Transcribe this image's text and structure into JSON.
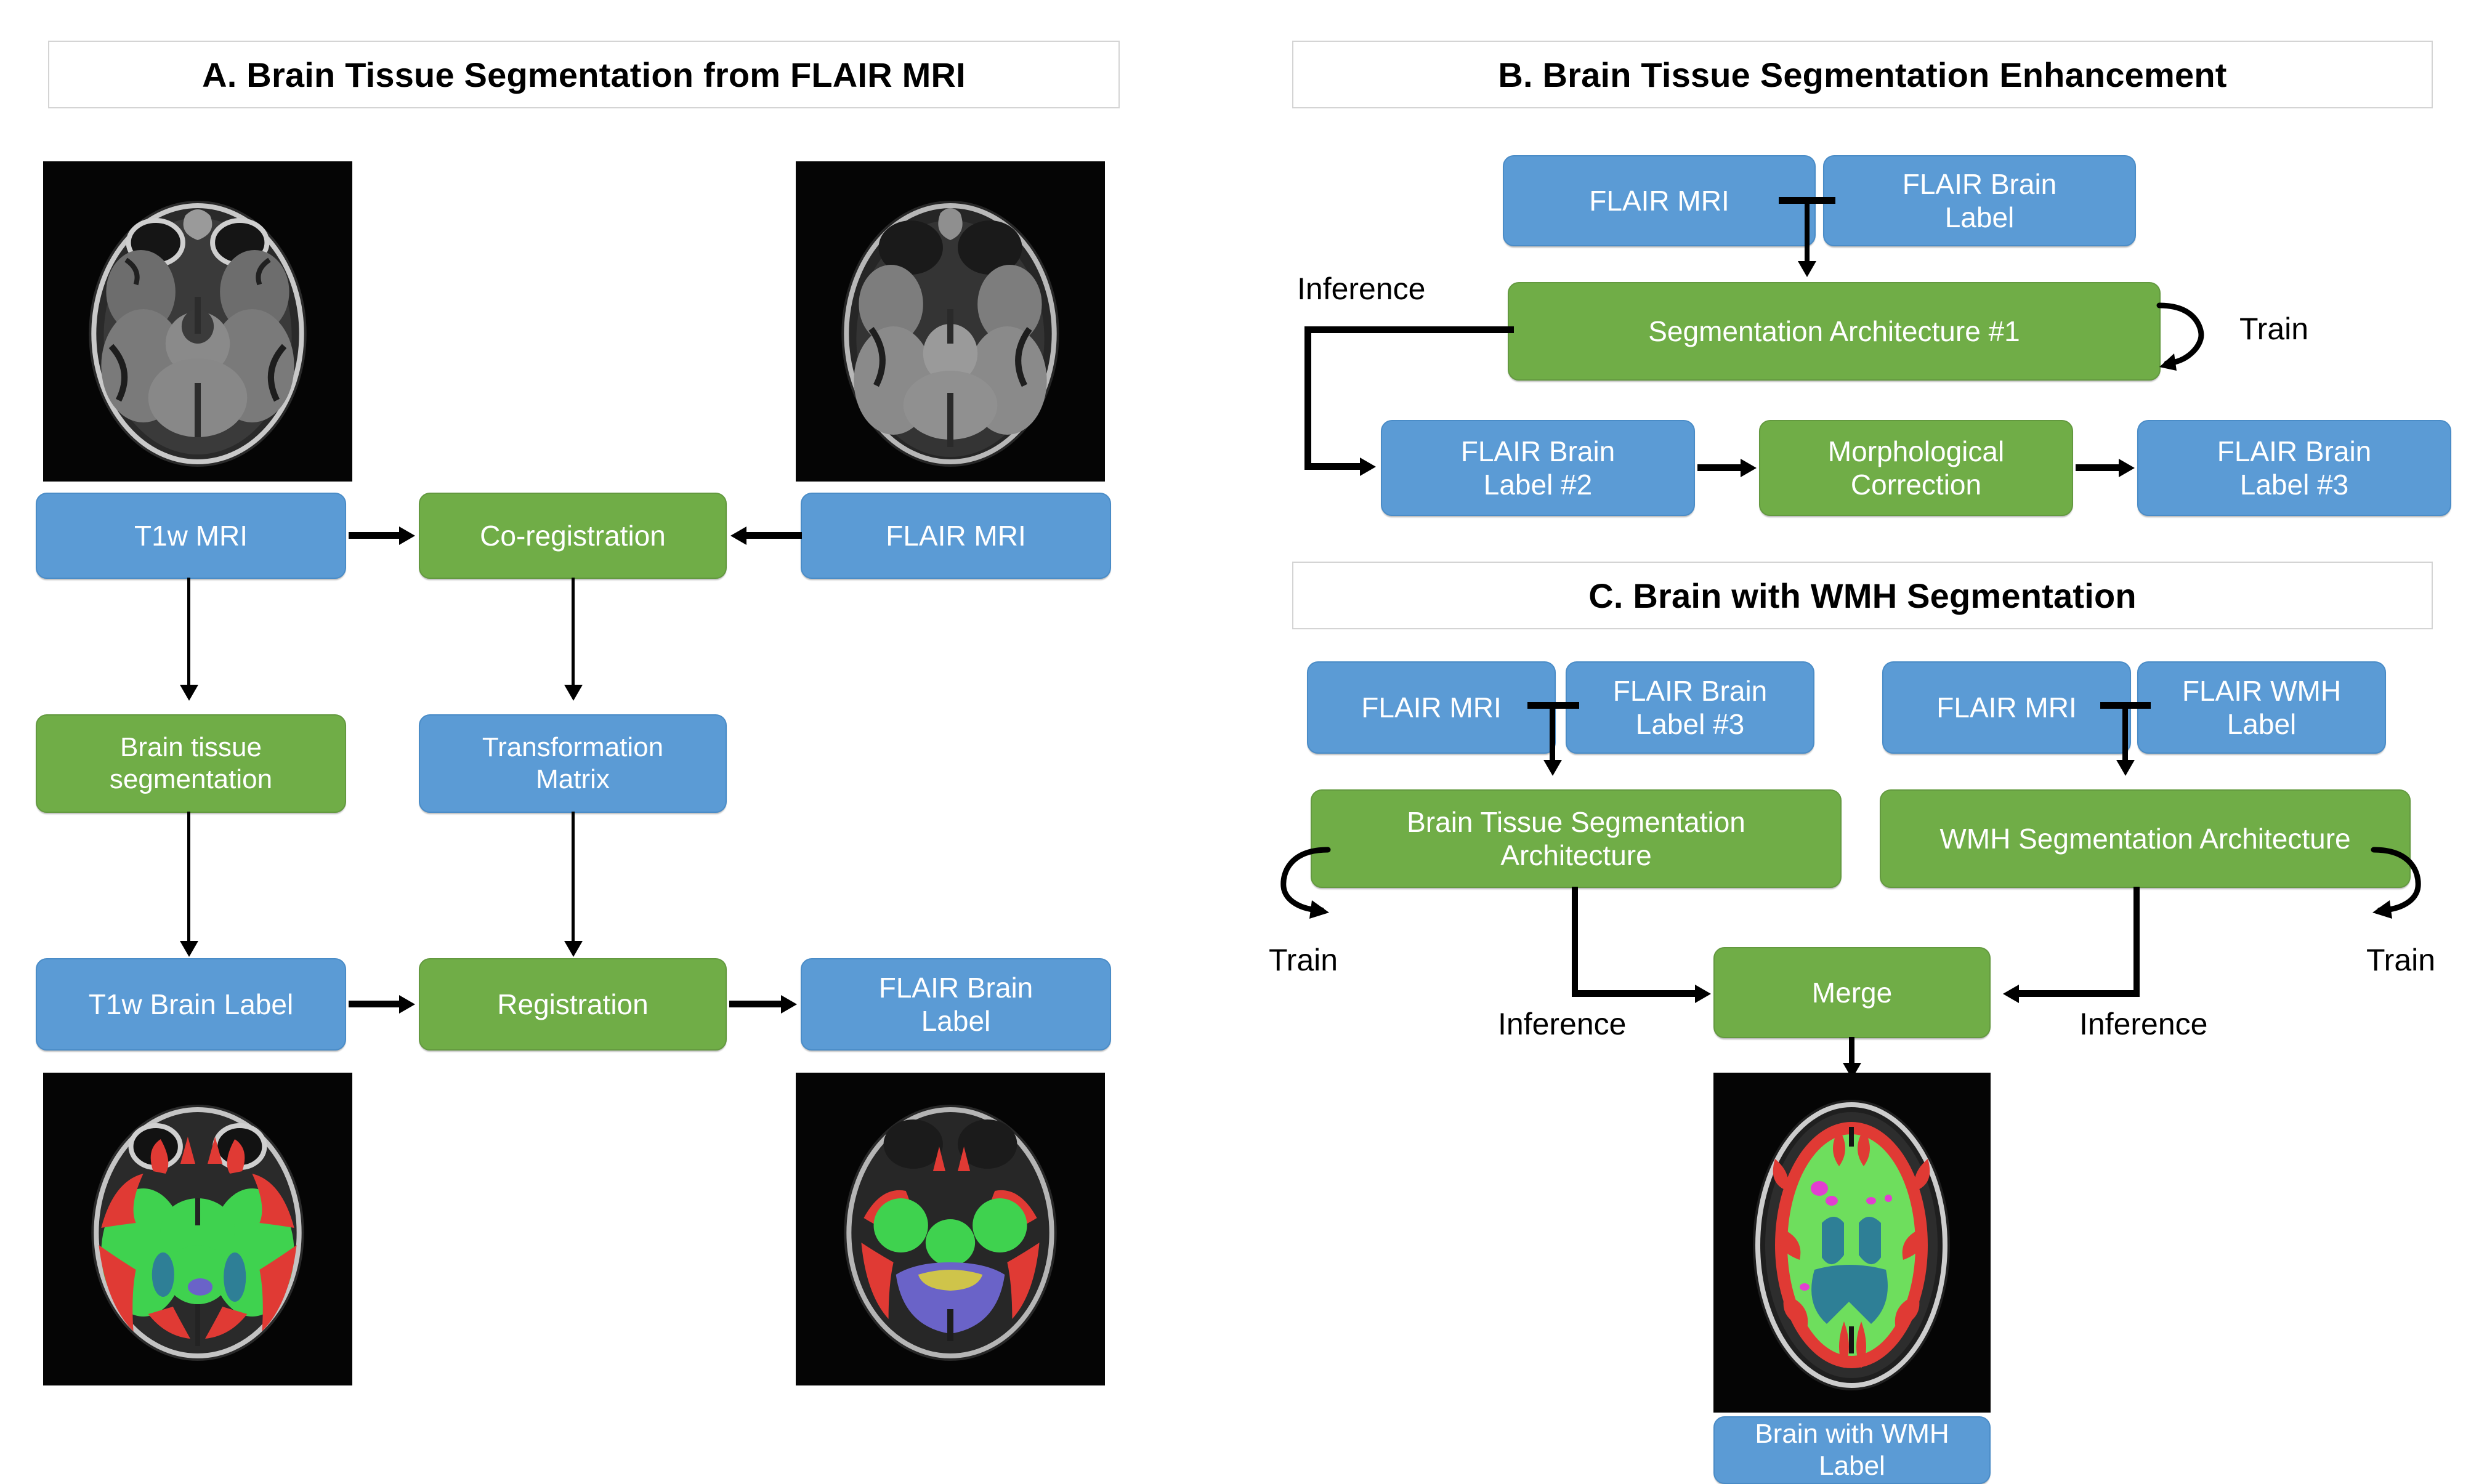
{
  "figure": {
    "panels": [
      {
        "id": "A",
        "title": "A.  Brain Tissue Segmentation from FLAIR MRI",
        "boxes": {
          "t1w_mri": "T1w MRI",
          "coregistration": "Co-registration",
          "flair_mri": "FLAIR MRI",
          "brain_tissue_segmentation": "Brain tissue\nsegmentation",
          "transformation_matrix": "Transformation\nMatrix",
          "t1w_brain_label": "T1w Brain Label",
          "registration": "Registration",
          "flair_brain_label": "FLAIR Brain\nLabel"
        },
        "images": {
          "t1w_axial": "t1w-axial-mri-image",
          "flair_axial": "flair-axial-mri-image",
          "t1w_labelled": "t1w-labelled-segmentation-image",
          "flair_labelled": "flair-labelled-segmentation-image"
        }
      },
      {
        "id": "B",
        "title": "B.  Brain Tissue Segmentation Enhancement",
        "boxes": {
          "flair_mri": "FLAIR MRI",
          "flair_brain_label": "FLAIR Brain\nLabel",
          "segmentation_architecture_1": "Segmentation Architecture #1",
          "flair_brain_label_2": "FLAIR Brain\nLabel #2",
          "morphological_correction": "Morphological\nCorrection",
          "flair_brain_label_3": "FLAIR Brain\nLabel #3"
        },
        "edge_labels": {
          "inference": "Inference",
          "train": "Train"
        }
      },
      {
        "id": "C",
        "title": "C. Brain with WMH Segmentation",
        "boxes": {
          "flair_mri_left": "FLAIR MRI",
          "flair_brain_label_3": "FLAIR Brain\nLabel #3",
          "flair_mri_right": "FLAIR MRI",
          "flair_wmh_label": "FLAIR WMH\nLabel",
          "brain_tissue_segmentation_architecture": "Brain Tissue Segmentation\nArchitecture",
          "wmh_segmentation_architecture": "WMH Segmentation Architecture",
          "merge": "Merge",
          "brain_with_wmh_label": "Brain with WMH\nLabel"
        },
        "edge_labels": {
          "train_left": "Train",
          "train_right": "Train",
          "inference_left": "Inference",
          "inference_right": "Inference"
        },
        "images": {
          "wmh_result": "brain-with-wmh-segmentation-image"
        }
      }
    ],
    "colors": {
      "data_box": "#5b9bd5",
      "process_box": "#70ad47",
      "connector": "#000000",
      "title_border": "#d4d4d4",
      "background": "#ffffff",
      "label_gray_matter": "#e03a34",
      "label_white_matter": "#3fd24f",
      "label_ventricle_csf": "#2e7f96",
      "label_cerebellum": "#6a63c8",
      "label_brainstem": "#cfc44a",
      "label_wmh": "#e23fd0"
    }
  }
}
